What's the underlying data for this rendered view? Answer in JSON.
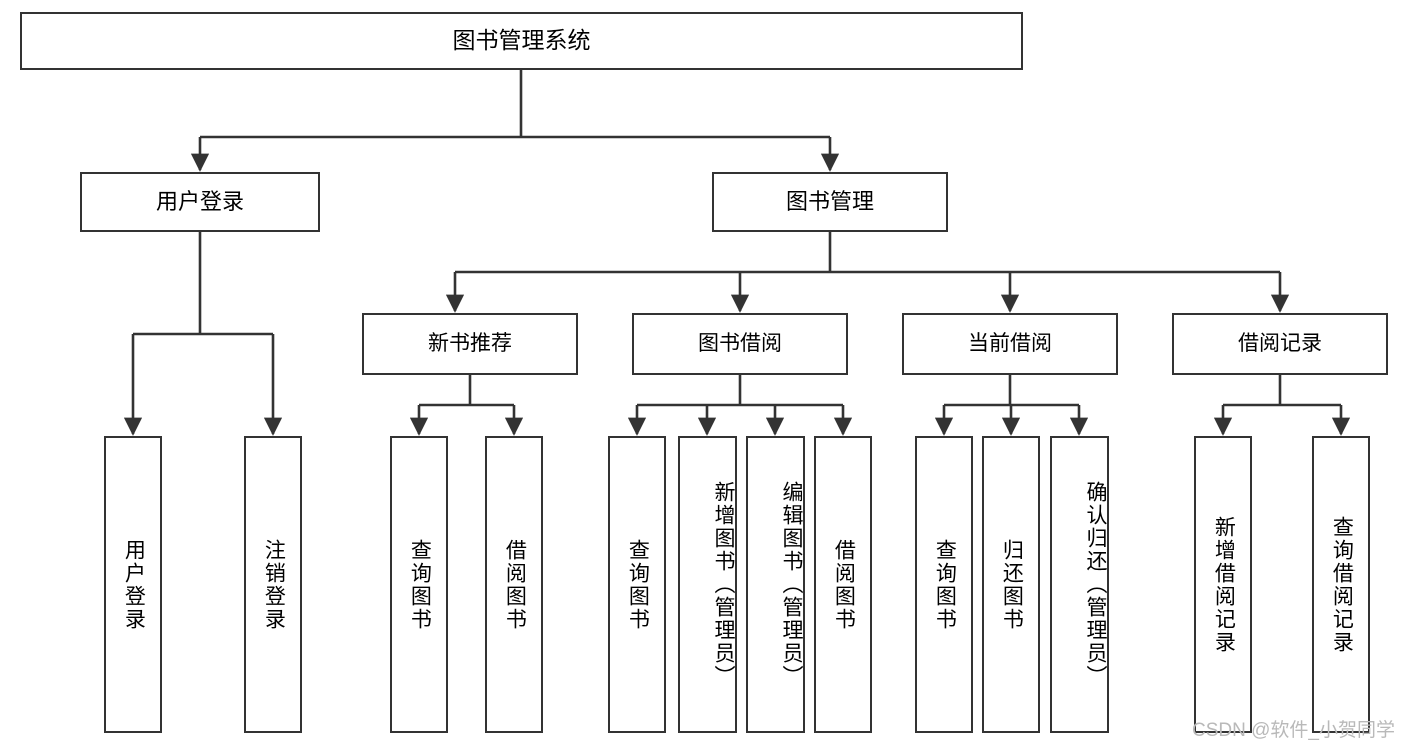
{
  "diagram": {
    "type": "tree-hierarchy-functional-decomposition",
    "title": "图书管理系统",
    "stroke_color": "#333333",
    "background_color": "#ffffff",
    "watermark": "CSDN @软件_小贺同学",
    "watermark_color": "#b9b9b9"
  },
  "nodes": {
    "root": {
      "label": "图书管理系统"
    },
    "level2": [
      {
        "label": "用户登录"
      },
      {
        "label": "图书管理"
      }
    ],
    "level3": [
      {
        "label": "新书推荐"
      },
      {
        "label": "图书借阅"
      },
      {
        "label": "当前借阅"
      },
      {
        "label": "借阅记录"
      }
    ],
    "leaves": {
      "user_login": [
        {
          "label": "用户登录"
        },
        {
          "label": "注销登录"
        }
      ],
      "new_book_recommend": [
        {
          "label": "查询图书"
        },
        {
          "label": "借阅图书"
        }
      ],
      "book_borrow": [
        {
          "label": "查询图书"
        },
        {
          "label": "新增图书（管理员）"
        },
        {
          "label": "编辑图书（管理员）"
        },
        {
          "label": "借阅图书"
        }
      ],
      "current_borrow": [
        {
          "label": "查询图书"
        },
        {
          "label": "归还图书"
        },
        {
          "label": "确认归还（管理员）"
        }
      ],
      "borrow_record": [
        {
          "label": "新增借阅记录"
        },
        {
          "label": "查询借阅记录"
        }
      ]
    }
  }
}
